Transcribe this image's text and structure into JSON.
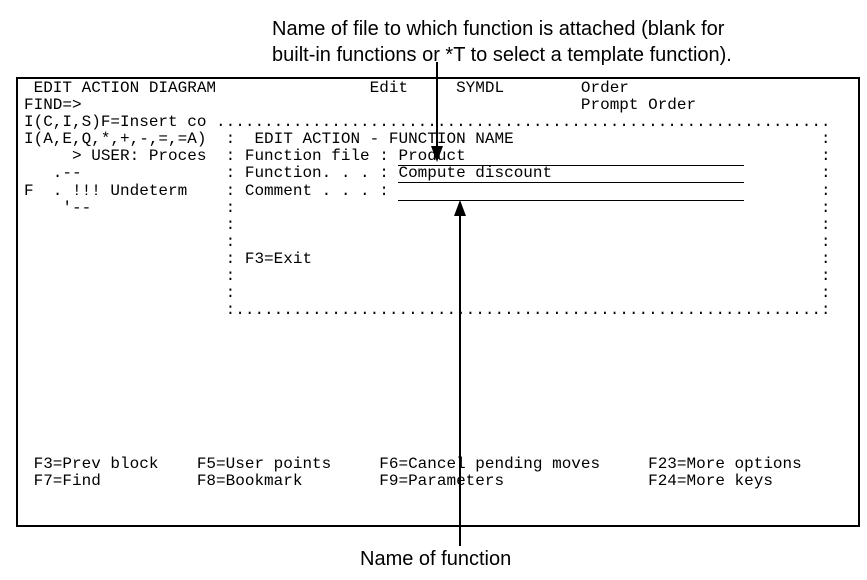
{
  "annotations": {
    "top_line1": "Name of file to which function is attached (blank for",
    "top_line2": "built-in functions or *T to select a template function).",
    "bottom_label": "Name of function"
  },
  "colors": {
    "ink": "#000000",
    "paper": "#ffffff"
  },
  "screen": {
    "header_line": " EDIT ACTION DIAGRAM                Edit     SYMDL        Order",
    "find_line": "FIND=>                                                    Prompt Order",
    "insert_line": "I(C,I,S)F=Insert co ................................................................",
    "popup_title_line": "I(A,E,Q,*,+,-,=,=A)  :  EDIT ACTION - FUNCTION NAME                                :",
    "file_row_left": "     > USER: Proces  : Function file : ",
    "file_value": "Product                             ",
    "name_row_left": "   .--               : Function. . . : ",
    "name_value": "Compute discount                    ",
    "comment_row_left": "F  . !!! Undeterm    : Comment . . . : ",
    "comment_value": "                                    ",
    "row_right": "        :",
    "side_tick_row": "    '--              :                                                             :",
    "popup_blank_row": "                     :                                                             :",
    "exit_row": "                     : F3=Exit                                                     :",
    "popup_bottom_row": "                     :.............................................................:",
    "fkeys_row1": " F3=Prev block    F5=User points     F6=Cancel pending moves     F23=More options",
    "fkeys_row2": " F7=Find          F8=Bookmark        F9=Parameters               F24=More keys"
  }
}
